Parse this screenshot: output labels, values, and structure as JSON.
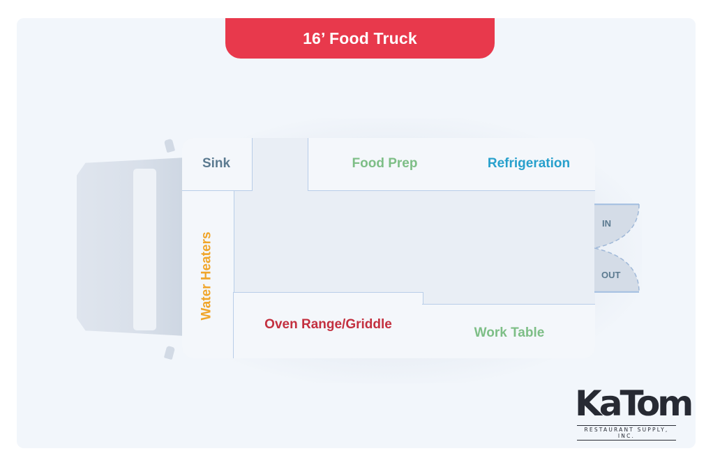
{
  "title": "16’ Food Truck",
  "colors": {
    "title_bg": "#e8394c",
    "sink": "#5b7a90",
    "food_prep": "#7dbe86",
    "refrigeration": "#27a0cc",
    "water_heaters": "#f0a52a",
    "oven_range": "#c3303f",
    "work_table": "#7dbe86",
    "door_label": "#5b7a90"
  },
  "zones": {
    "sink": "Sink",
    "food_prep": "Food Prep",
    "refrigeration": "Refrigeration",
    "water_heaters": "Water Heaters",
    "oven_range": "Oven Range/Griddle",
    "work_table": "Work Table"
  },
  "doors": {
    "in": "IN",
    "out": "OUT"
  },
  "logo": {
    "wordmark": "KaTom",
    "tagline": "RESTAURANT SUPPLY, INC."
  }
}
